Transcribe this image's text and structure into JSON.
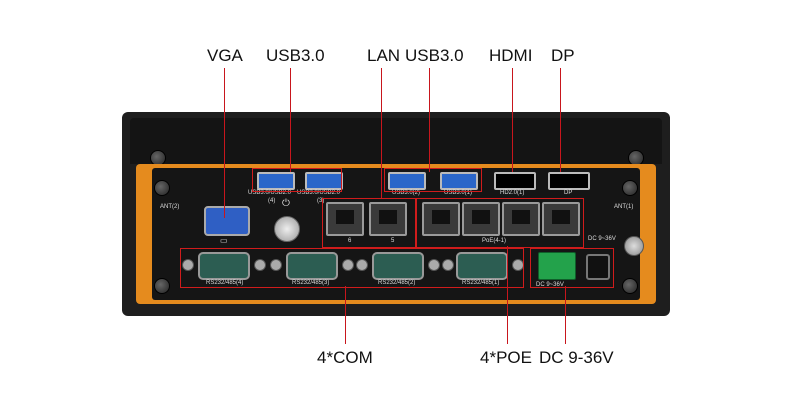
{
  "callouts": {
    "vga": "VGA",
    "usb3_left": "USB3.0",
    "lan": "LAN",
    "usb3_right": "USB3.0",
    "hdmi": "HDMI",
    "dp": "DP",
    "com": "4*COM",
    "poe": "4*POE",
    "dc": "DC 9-36V"
  },
  "panel_labels": {
    "usb_left_a": "USB3.0/USB2.0",
    "usb_left_a_num": "(4)",
    "usb_left_b": "USB3.0/USB2.0",
    "usb_left_b_num": "(3)",
    "usb_right_a": "USB3.0(2)",
    "usb_right_b": "USB3.0(1)",
    "hdmi": "HD2.0(1)",
    "dp": "DP",
    "ant_left": "ANT(2)",
    "ant_right": "ANT(1)",
    "lan_6": "6",
    "lan_5": "5",
    "poe": "PoE(4-1)",
    "com4": "RS232/485(4)",
    "com3": "RS232/485(3)",
    "com2": "RS232/485(2)",
    "com1": "RS232/485(1)",
    "dc_top": "DC 9~36V",
    "dc_bottom": "DC 9~36V"
  },
  "colors": {
    "leader": "#c8161d",
    "chassis": "#1e1e1e",
    "accent_orange": "#e58b1e",
    "usb_blue": "#2a66c9",
    "vga_blue": "#2f5fc4",
    "com_green": "#2c5d52",
    "dc_green": "#23a24b"
  },
  "icons": [
    "power-icon",
    "ground-icon",
    "network-icon",
    "monitor-icon"
  ]
}
